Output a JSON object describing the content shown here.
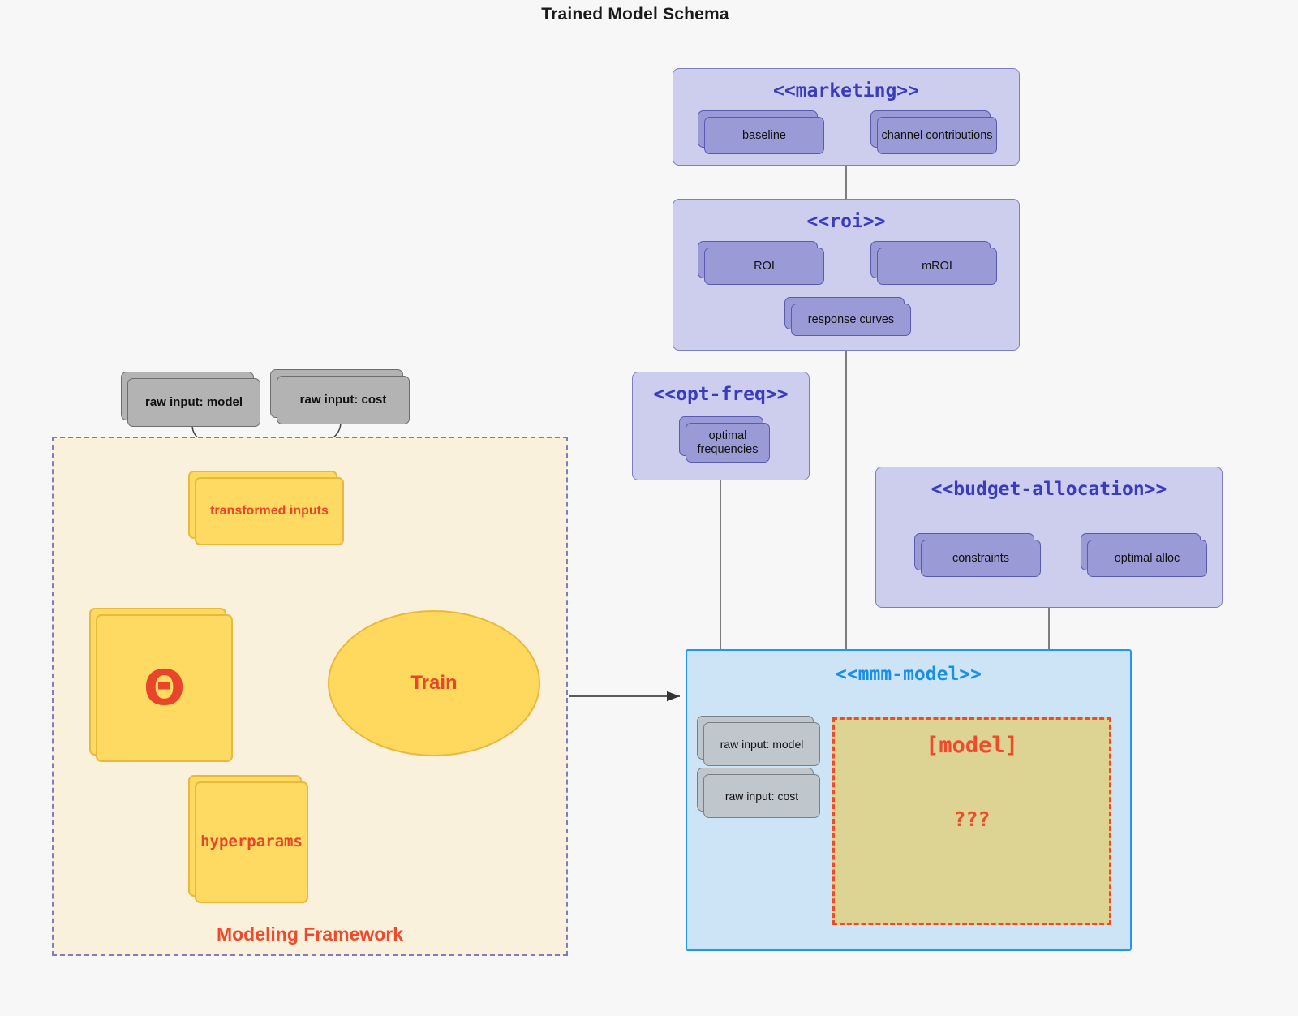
{
  "title": "Trained Model Schema",
  "colors": {
    "page_background": "#f7f7f7",
    "namespace_fill": "#cdcdee",
    "namespace_border": "#7d7dc4",
    "namespace_title": "#3b3bbe",
    "card_fill": "#9a9ad6",
    "card_border": "#5a5ab0",
    "gray_card_fill": "#b3b3b3",
    "yellow_card_fill": "#ffda63",
    "yellow_card_border": "#e8b93d",
    "accent_red": "#ef4a2c",
    "framework_fill": "#faf1dd",
    "mmm_fill": "#cde4f7",
    "mmm_border": "#2196f3",
    "mmm_title": "#1a8fe8",
    "model_box_fill": "#ddd494"
  },
  "namespaces": [
    {
      "id": "marketing",
      "title": "<<marketing>>",
      "cards": [
        "baseline",
        "channel contributions"
      ],
      "link": "bidirectional"
    },
    {
      "id": "roi",
      "title": "<<roi>>",
      "cards": [
        "ROI",
        "mROI",
        "response curves"
      ],
      "link": "bidirectional"
    },
    {
      "id": "opt-freq",
      "title": "<<opt-freq>>",
      "cards": [
        "optimal frequencies"
      ],
      "link": "none"
    },
    {
      "id": "budget-allocation",
      "title": "<<budget-allocation>>",
      "cards": [
        "constraints",
        "optimal alloc"
      ],
      "link": "bidirectional"
    }
  ],
  "mmm_model": {
    "title": "<<mmm-model>>",
    "inputs": [
      "raw input: model",
      "raw input: cost"
    ],
    "model_box": {
      "label": "[model]",
      "unknown": "???"
    }
  },
  "framework": {
    "label": "Modeling Framework",
    "raw_inputs": [
      "raw input: model",
      "raw input: cost"
    ],
    "transformed": "transformed inputs",
    "theta": "Θ",
    "hyperparams": "hyperparams",
    "process": "Train"
  }
}
